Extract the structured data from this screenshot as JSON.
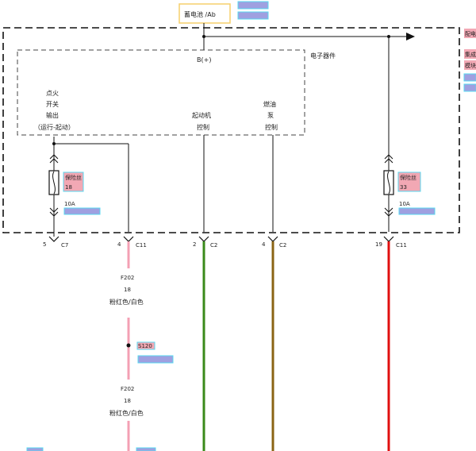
{
  "battery_box_label": "蓄电池 /Ab",
  "module_label": "电子器件",
  "b_plus_label": "B(+)",
  "ignition_output": [
    "点火",
    "开关",
    "输出",
    "（运行-起动）"
  ],
  "starter_control": [
    "起动机",
    "控制"
  ],
  "fuel_pump_control": [
    "燃油",
    "泵",
    "控制"
  ],
  "fuse_left": {
    "name": "保险丝",
    "number": "18",
    "rating": "10A"
  },
  "fuse_right": {
    "name": "保险丝",
    "number": "33",
    "rating": "10A"
  },
  "right_edge_labels": [
    "配电",
    "集成",
    "模块"
  ],
  "pins": [
    {
      "pin": "5",
      "connector": "C7"
    },
    {
      "pin": "4",
      "connector": "C11"
    },
    {
      "pin": "2",
      "connector": "C2"
    },
    {
      "pin": "4",
      "connector": "C2"
    },
    {
      "pin": "19",
      "connector": "C11"
    }
  ],
  "wire_pink_upper": {
    "circuit": "F202",
    "gauge": "18",
    "color_name": "粉红色/白色"
  },
  "wire_pink_lower": {
    "circuit": "F202",
    "gauge": "18",
    "color_name": "粉红色/白色"
  },
  "splice_label": "S120",
  "colors": {
    "pink": "#f4a0b4",
    "green": "#3a8a1a",
    "brown": "#8a6414",
    "red": "#e01010",
    "highlight_blue": "#9fa0e0",
    "highlight_pink": "#f2a8b4",
    "highlight_border": "#58d8f0",
    "battery_box": "#f5cf6b"
  }
}
